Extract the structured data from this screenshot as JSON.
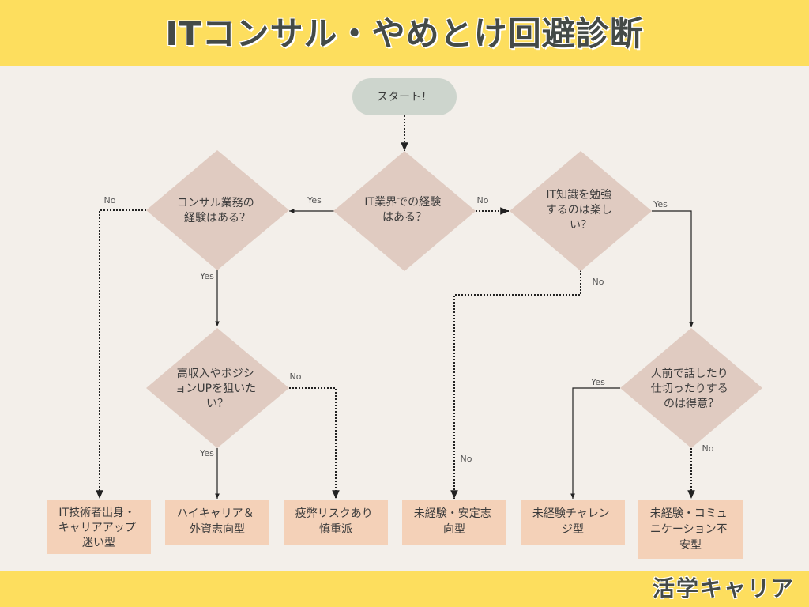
{
  "header": {
    "title": "ITコンサル・やめとけ回避診断"
  },
  "footer": {
    "brand": "活学キャリア"
  },
  "colors": {
    "band": "#fdde5e",
    "background": "#f3efea",
    "start": "#cdd5cd",
    "diamond": "#e0cbc1",
    "result": "#f4d1b8",
    "text": "#3b3b3b"
  },
  "flowchart": {
    "start": {
      "label": "スタート！"
    },
    "questions": {
      "it_experience": {
        "lines": [
          "IT業界での経験",
          "はある？"
        ]
      },
      "consult_experience": {
        "lines": [
          "コンサル業務の",
          "経験はある？"
        ]
      },
      "it_knowledge": {
        "lines": [
          "IT知識を勉強",
          "するのは楽し",
          "い？"
        ]
      },
      "high_income": {
        "lines": [
          "高収入やポジシ",
          "ョンUPを狙いた",
          "い？"
        ]
      },
      "speaking": {
        "lines": [
          "人前で話したり",
          "仕切ったりする",
          "のは得意？"
        ]
      }
    },
    "results": {
      "it_engineer": {
        "lines": [
          "IT技術者出身・",
          "キャリアアップ",
          "迷い型"
        ]
      },
      "high_career": {
        "lines": [
          "ハイキャリア＆",
          "外資志向型"
        ]
      },
      "burnout_risk": {
        "lines": [
          "疲弊リスクあり",
          "慎重派"
        ]
      },
      "stable": {
        "lines": [
          "未経験・安定志",
          "向型"
        ]
      },
      "challenge": {
        "lines": [
          "未経験チャレン",
          "ジ型"
        ]
      },
      "communication": {
        "lines": [
          "未経験・コミュ",
          "ニケーション不",
          "安型"
        ]
      }
    },
    "edge_labels": {
      "it_yes": "Yes",
      "it_no": "No",
      "consult_no": "No",
      "consult_yes": "Yes",
      "income_no": "No",
      "income_yes": "Yes",
      "knowledge_yes": "Yes",
      "knowledge_no": "No",
      "speaking_yes": "Yes",
      "speaking_no": "No"
    }
  }
}
